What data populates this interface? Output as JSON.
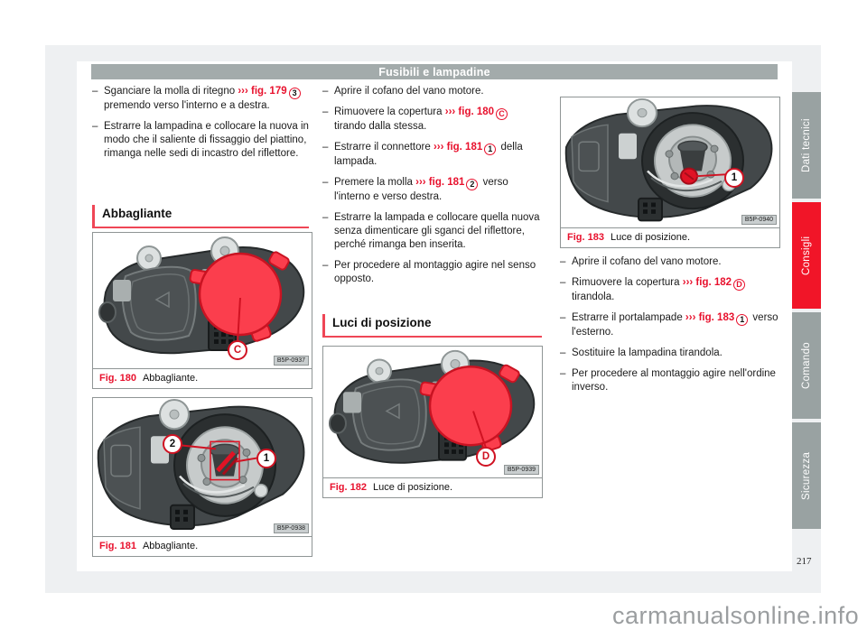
{
  "colors": {
    "accent_red": "#e8112d",
    "heading_rule_red": "#ef4656",
    "active_tab_red": "#f11528",
    "header_bar_gray": "#a3abab",
    "tab_gray": "#99a2a2",
    "page_gray": "#eef0f2"
  },
  "bullet_marker": "–",
  "header": {
    "title": "Fusibili e lampadine"
  },
  "page_number": "217",
  "watermark": "carmanualsonline.info",
  "sections": {
    "abbagliante": "Abbagliante",
    "luci_di_posizione": "Luci di posizione"
  },
  "columns": {
    "left": {
      "bullets": [
        {
          "segments": [
            {
              "t": "Sganciare la molla di ritegno ",
              "s": "n"
            },
            {
              "t": "››› fig. 179",
              "s": "r"
            },
            {
              "t": "3",
              "s": "c"
            },
            {
              "t": " premendo verso l'interno e a destra.",
              "s": "n"
            }
          ]
        },
        {
          "segments": [
            {
              "t": "Estrarre la lampadina e collocare la nuova in modo che il saliente di fissaggio del piattino, rimanga nelle sedi di incastro del riflettore.",
              "s": "n"
            }
          ]
        }
      ]
    },
    "middle": {
      "bullets": [
        {
          "segments": [
            {
              "t": "Aprire il cofano del vano motore.",
              "s": "n"
            }
          ]
        },
        {
          "segments": [
            {
              "t": "Rimuovere la copertura ",
              "s": "n"
            },
            {
              "t": "››› fig. 180",
              "s": "r"
            },
            {
              "t": "C",
              "s": "cl"
            },
            {
              "t": " tirando dalla stessa.",
              "s": "n"
            }
          ]
        },
        {
          "segments": [
            {
              "t": "Estrarre il connettore ",
              "s": "n"
            },
            {
              "t": "››› fig. 181",
              "s": "r"
            },
            {
              "t": "1",
              "s": "c"
            },
            {
              "t": " della lampada.",
              "s": "n"
            }
          ]
        },
        {
          "segments": [
            {
              "t": "Premere la molla ",
              "s": "n"
            },
            {
              "t": "››› fig. 181",
              "s": "r"
            },
            {
              "t": "2",
              "s": "c"
            },
            {
              "t": " verso l'interno e verso destra.",
              "s": "n"
            }
          ]
        },
        {
          "segments": [
            {
              "t": "Estrarre la lampada e collocare quella nuova senza dimenticare gli sganci del riflettore, perché rimanga ben inserita.",
              "s": "n"
            }
          ]
        },
        {
          "segments": [
            {
              "t": "Per procedere al montaggio agire nel senso opposto.",
              "s": "n"
            }
          ]
        }
      ]
    },
    "right": {
      "bullets": [
        {
          "segments": [
            {
              "t": "Aprire il cofano del vano motore.",
              "s": "n"
            }
          ]
        },
        {
          "segments": [
            {
              "t": "Rimuovere la copertura ",
              "s": "n"
            },
            {
              "t": "››› fig. 182",
              "s": "r"
            },
            {
              "t": "D",
              "s": "cl"
            },
            {
              "t": " tirandola.",
              "s": "n"
            }
          ]
        },
        {
          "segments": [
            {
              "t": "Estrarre il portalampade ",
              "s": "n"
            },
            {
              "t": "››› fig. 183",
              "s": "r"
            },
            {
              "t": "1",
              "s": "c"
            },
            {
              "t": " verso l'esterno.",
              "s": "n"
            }
          ]
        },
        {
          "segments": [
            {
              "t": "Sostituire la lampadina tirandola.",
              "s": "n"
            }
          ]
        },
        {
          "segments": [
            {
              "t": "Per procedere al montaggio agire nell'ordine inverso.",
              "s": "n"
            }
          ]
        }
      ]
    }
  },
  "figures": {
    "fig180": {
      "label": "Fig. 180",
      "caption": "Abbagliante.",
      "code": "B5P-0937",
      "callouts": [
        "C"
      ]
    },
    "fig181": {
      "label": "Fig. 181",
      "caption": "Abbagliante.",
      "code": "B5P-0938",
      "callouts": [
        "2",
        "1"
      ]
    },
    "fig182": {
      "label": "Fig. 182",
      "caption": "Luce di posizione.",
      "code": "B5P-0939",
      "callouts": [
        "D"
      ]
    },
    "fig183": {
      "label": "Fig. 183",
      "caption": "Luce di posizione.",
      "code": "B5P-0940",
      "callouts": [
        "1"
      ]
    }
  },
  "sidebar": {
    "tabs": [
      {
        "label": "Dati tecnici",
        "active": false
      },
      {
        "label": "Consigli",
        "active": true
      },
      {
        "label": "Comando",
        "active": false
      },
      {
        "label": "Sicurezza",
        "active": false
      }
    ]
  }
}
